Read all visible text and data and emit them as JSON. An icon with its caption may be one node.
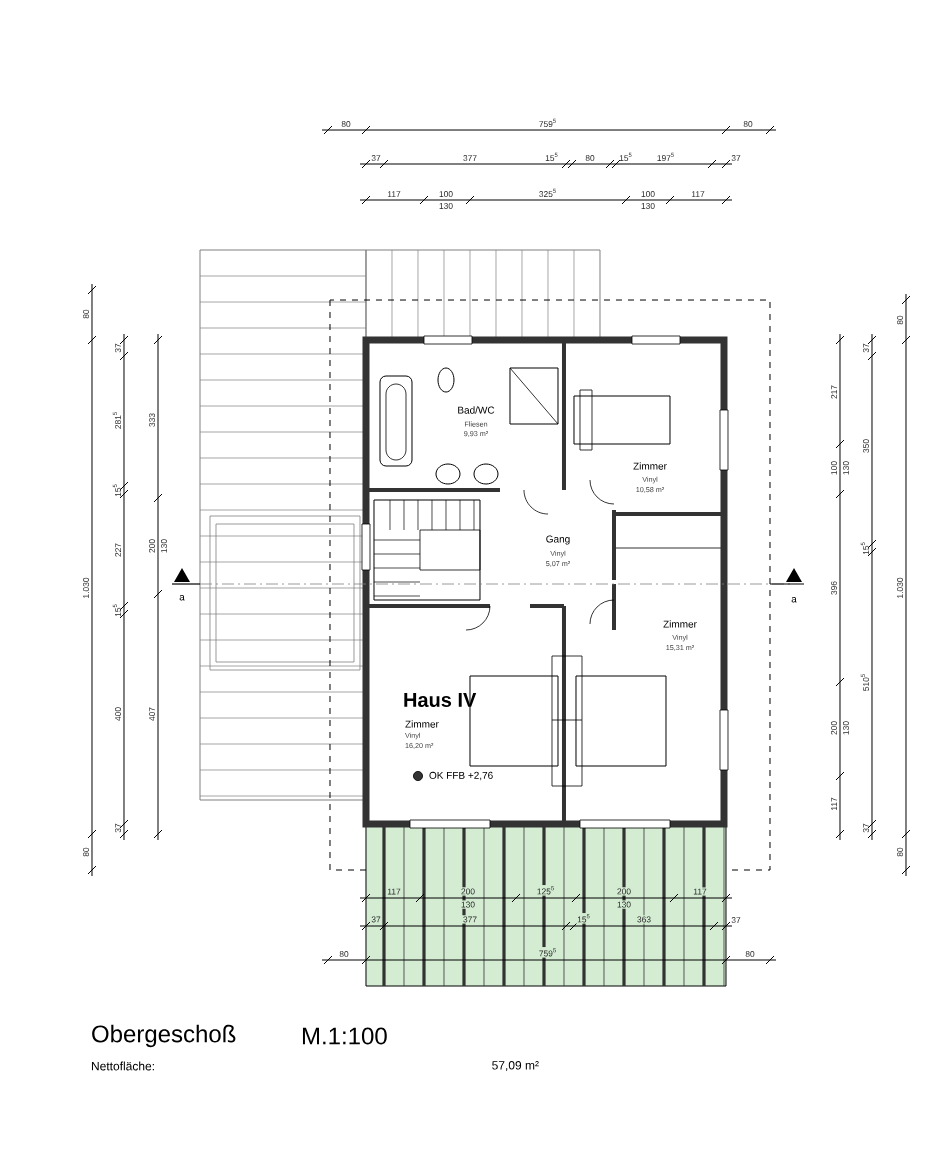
{
  "diagram": {
    "labels": [
      "80",
      "759$^{5}$",
      "80",
      "37",
      "377",
      "15$^{5}$",
      "80",
      "15$^{5}$",
      "197$^{5}$",
      "37",
      "117",
      "100",
      "130",
      "325$^{5}$",
      "100",
      "130",
      "117",
      "80",
      "1.030",
      "80",
      "37",
      "281$^{5}$",
      "15$^{5}$",
      "227",
      "15$^{5}$",
      "400",
      "37",
      "333",
      "200",
      "130",
      "407",
      "a",
      "Bad/WC",
      "Fliesen",
      "9,93 m²",
      "Zimmer",
      "Vinyl",
      "10,58 m²",
      "Gang",
      "Vinyl",
      "5,07 m²",
      "Zimmer",
      "Vinyl",
      "15,31 m²",
      "Haus IV",
      "Zimmer",
      "Vinyl",
      "16,20 m²",
      "OK FFB +2,76",
      "a",
      "217",
      "100",
      "130",
      "396",
      "200",
      "130",
      "117",
      "37",
      "350",
      "15$^{5}$",
      "510$^{5}$",
      "37",
      "80",
      "1.030",
      "80",
      "117",
      "200",
      "130",
      "125$^{5}$",
      "200",
      "130",
      "117",
      "37",
      "377",
      "15$^{5}$",
      "363",
      "37",
      "80",
      "759$^{5}$",
      "80",
      "Obergeschoß",
      "M.1:100",
      "Nettofläche:",
      "57,09 m²"
    ]
  }
}
